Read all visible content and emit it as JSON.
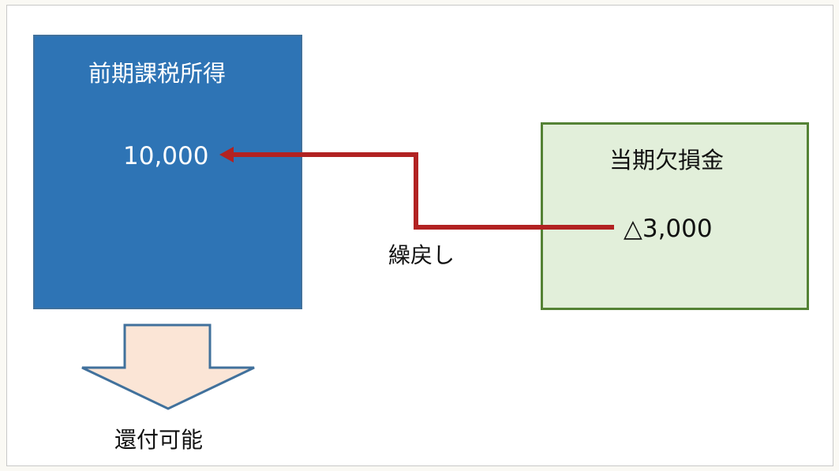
{
  "prior_income_box": {
    "title": "前期課税所得",
    "value": "10,000"
  },
  "current_loss_box": {
    "title": "当期欠損金",
    "value": "△3,000"
  },
  "carryback_label": "繰戻し",
  "refund_label": "還付可能",
  "colors": {
    "blue_box": "#2e74b5",
    "green_box": "#e2efda",
    "green_border": "#548235",
    "arrow": "#b22222",
    "down_arrow_fill": "#fbe5d6"
  }
}
